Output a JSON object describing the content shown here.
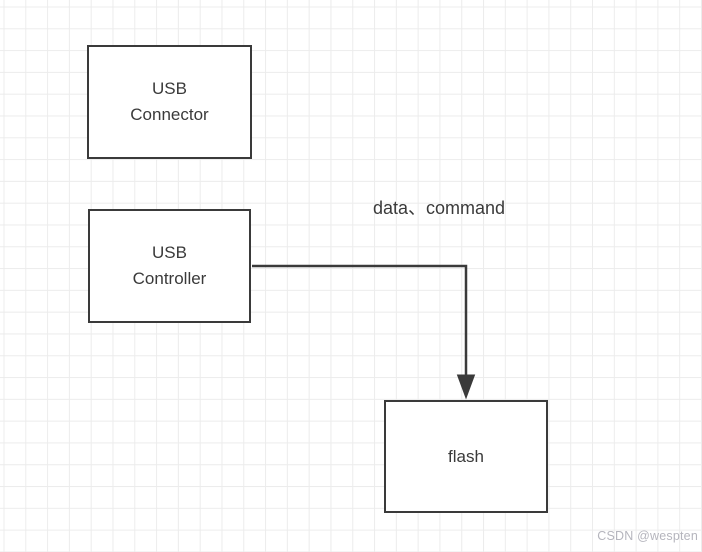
{
  "diagram": {
    "nodes": [
      {
        "id": "usb-connector",
        "label": "USB\nConnector"
      },
      {
        "id": "usb-controller",
        "label": "USB\nController"
      },
      {
        "id": "flash",
        "label": "flash"
      }
    ],
    "edges": [
      {
        "from": "usb-controller",
        "to": "flash",
        "label": "data、command",
        "style": "elbow-right-then-down",
        "arrowhead": "filled-triangle"
      }
    ],
    "colors": {
      "node_border": "#3a3a3a",
      "node_fill": "#ffffff",
      "edge_stroke": "#3a3a3a",
      "text": "#3a3a3a",
      "grid_line": "#ececec",
      "background": "#ffffff",
      "watermark_text": "#b5b5bd"
    }
  },
  "watermark": "CSDN @wespten"
}
